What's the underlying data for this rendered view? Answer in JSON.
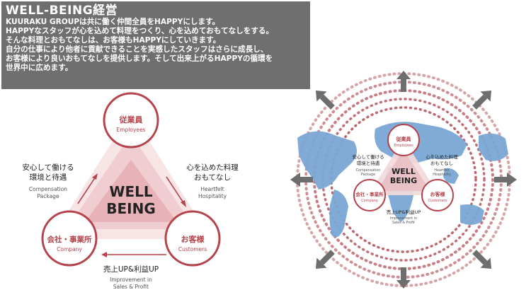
{
  "header": {
    "title": "WELL-BEING経営",
    "lines": [
      "KUURAKU GROUPは共に働く仲間全員をHAPPYにします。",
      "HAPPYなスタッフが心を込めて料理をつくり、心を込めておもてなしをする。",
      "そんな料理とおもてなしは、お客様もHAPPYにしていきます。",
      "自分の仕事により他者に貢献できることを実感したスタッフはさらに成長し、",
      "お客様により良いおもてなしを提供します。そして出来上がるHAPPYの循環を",
      "世界中に広めます。"
    ]
  },
  "diagram": {
    "center_line1": "WELL",
    "center_line2": "BEING",
    "employees_jp": "従業員",
    "employees_en": "Employees",
    "company_jp": "会社・事業所",
    "company_en": "Company",
    "customers_jp": "お客様",
    "customers_en": "Customers",
    "left_jp1": "安心して働ける",
    "left_jp2": "環境と待遇",
    "left_en1": "Compensation",
    "left_en2": "Package",
    "right_jp1": "心を込めた料理",
    "right_jp2": "おもてなし",
    "right_en1": "Heartfelt",
    "right_en2": "Hospitality",
    "bottom_jp": "売上UP&利益UP",
    "bottom_en1": "Improvement in",
    "bottom_en2": "Sales & Profit"
  },
  "colors": {
    "accent": "#b5434b",
    "accent_light": "#f2d7d9",
    "map_blue": "#7aa7d4",
    "arrow_gray": "#6e6e6e"
  }
}
